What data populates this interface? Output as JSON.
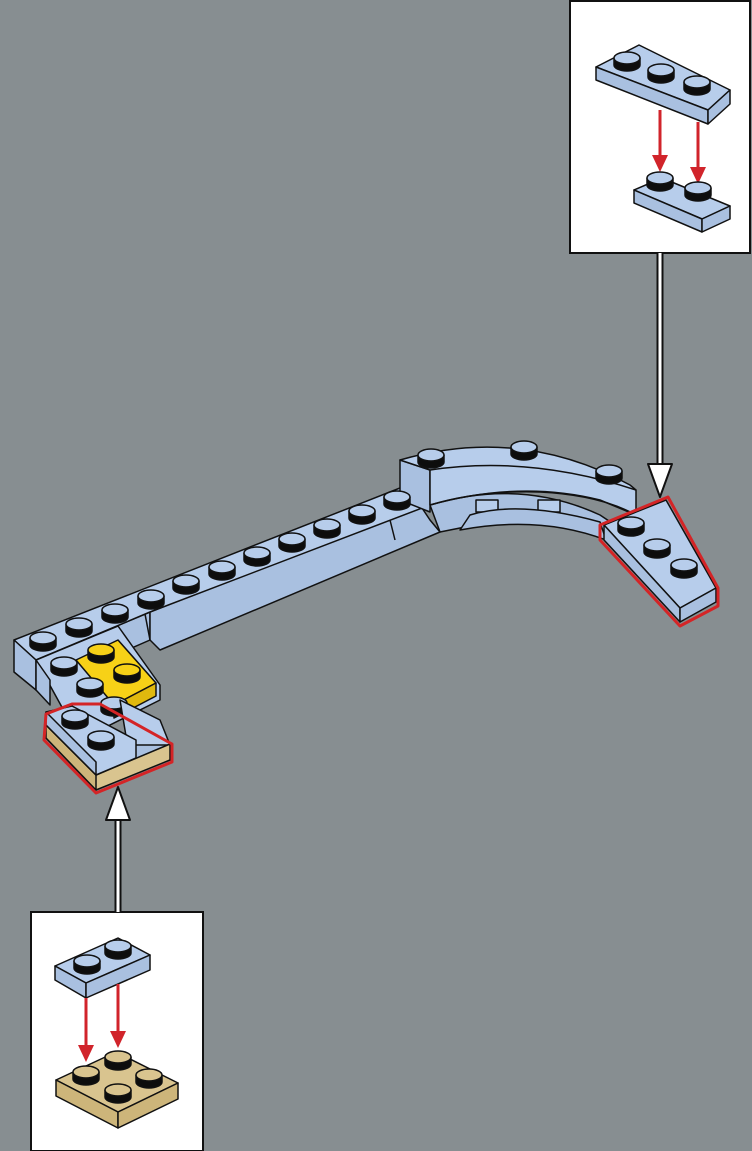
{
  "scene": {
    "background": "#878E91",
    "colors": {
      "light_blue": "#B7CDEB",
      "light_blue_side": "#A9C0E0",
      "yellow": "#F7D117",
      "tan": "#D9C48F",
      "highlight": "#D42426",
      "arrow_red": "#D1242B",
      "outline": "#111111",
      "callout_bg": "#FFFFFF"
    },
    "callouts": [
      {
        "id": "top-right",
        "parts": [
          "light-blue-wedge-plate-3x2",
          "light-blue-plate-1x2"
        ],
        "attach_arrows": 2
      },
      {
        "id": "bottom-left",
        "parts": [
          "light-blue-plate-1x2",
          "tan-plate-2x2"
        ],
        "attach_arrows": 2
      }
    ],
    "highlighted_parts": [
      "light-blue-wedge-plate-3x2",
      "light-blue-plate-1x2-on-tan-plate-2x2"
    ]
  }
}
